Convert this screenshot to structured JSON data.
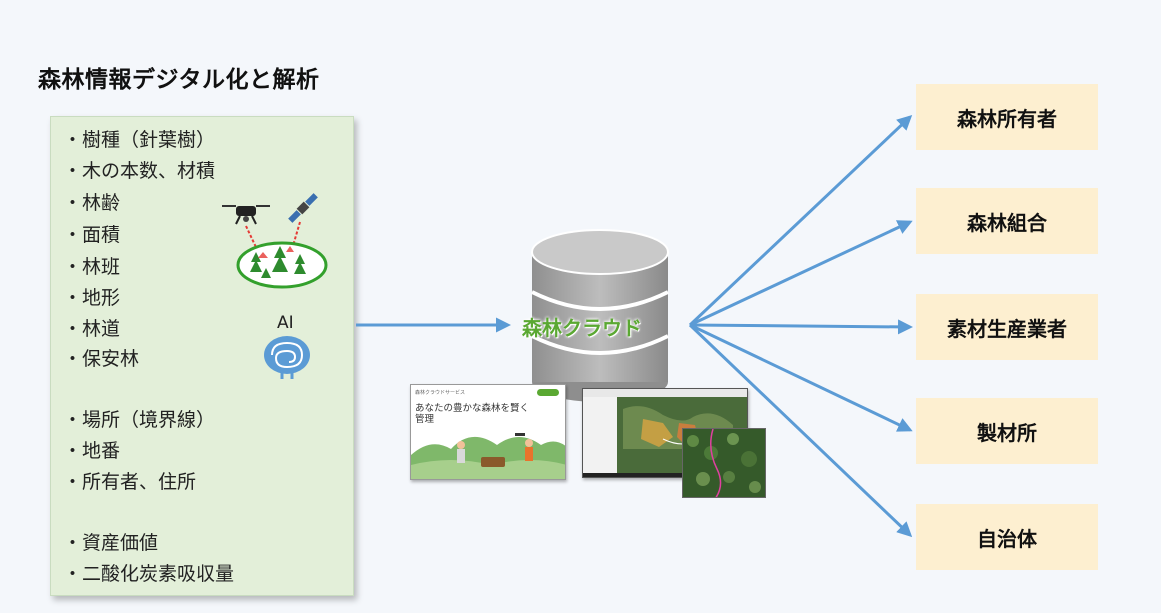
{
  "title": "森林情報デジタル化と解析",
  "info_items": [
    "・樹種（針葉樹）",
    "・木の本数、材積",
    "・林齢",
    "・面積",
    "・林班",
    "・地形",
    "・林道",
    "・保安林",
    "・場所（境界線）",
    "・地番",
    "・所有者、住所",
    "・資産価値",
    "・二酸化炭素吸収量"
  ],
  "ai_label": "AI",
  "cloud_label": "森林クラウド",
  "targets": [
    "森林所有者",
    "森林組合",
    "素材生産業者",
    "製材所",
    "自治体"
  ],
  "screenshot_service": {
    "small_label": "森林クラウドサービス",
    "headline": "あなたの豊かな森林を賢く管理"
  },
  "colors": {
    "background": "#f4f7fb",
    "info_box": "#e3efd9",
    "target_box": "#fdefd0",
    "arrow": "#5b9bd5",
    "cloud_text": "#5aa832",
    "database": "#9e9e9e"
  },
  "icons": [
    "drone-icon",
    "satellite-icon",
    "forest-icon",
    "ai-brain-icon",
    "database-icon"
  ]
}
